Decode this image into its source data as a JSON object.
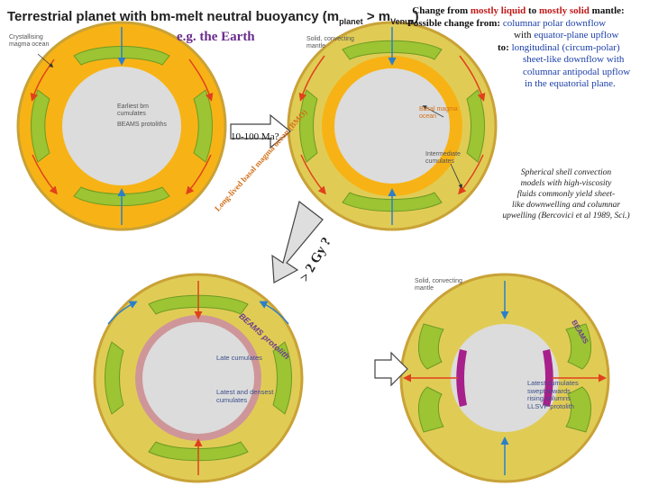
{
  "title": {
    "main": "Terrestrial planet with bm-melt neutral buoyancy (m",
    "sub1": "planet",
    "mid": " > m",
    "sub2": "Venus",
    "end": ")"
  },
  "example_earth": "e.g. the Earth",
  "change": {
    "line1_a": "Change from ",
    "line1_b": "mostly liquid",
    "line1_c": " to ",
    "line1_d": "mostly solid",
    "line1_e": " mantle:",
    "line2_a": "Possible change from: ",
    "line2_b": "columnar polar downflow",
    "line3_a": "with ",
    "line3_b": "equator-plane upflow",
    "line4_a": "to: ",
    "line4_b": "longitudinal (circum-polar)",
    "line5": "sheet-like downflow with",
    "line6": "columnar antipodal upflow",
    "line7": "in the equatorial plane."
  },
  "arrow_labels": {
    "time1": "10-100 Ma?",
    "bmo": "Long-lived basal magma ocean (BMO)",
    "time2": "> 2 Gy ?"
  },
  "spherical_note": [
    "Spherical shell convection",
    "models with high-viscosity",
    "fluids commonly yield sheet-",
    "like downwelling and columnar",
    "upwelling (Bercovici et al 1989, Sci.)"
  ],
  "panel1": {
    "crystallising": [
      "Crystallising",
      "magma ocean"
    ],
    "earliest": [
      "Earliest bm",
      "cumulates"
    ],
    "beams": "BEAMS protoliths"
  },
  "panel2": {
    "solid": [
      "Solid, convecting",
      "mantle"
    ],
    "basal": [
      "Basal magma",
      "ocean"
    ],
    "intermediate": [
      "Intermediate",
      "cumulates"
    ]
  },
  "panel3": {
    "beams": "BEAMS protolith",
    "late": "Late cumulates",
    "latest": [
      "Latest and densest",
      "cumulates"
    ]
  },
  "panel4": {
    "solid": [
      "Solid, convecting",
      "mantle"
    ],
    "beams": "BEAMS",
    "latest": [
      "Latest cumulates",
      "swept towards",
      "rising columns",
      "LLSVP protolith"
    ]
  },
  "colors": {
    "mantle": "#e0cc55",
    "magma": "#f7b315",
    "blob": "#9cc433",
    "core": "#dcdcdc",
    "downflow": "#2b7fc8",
    "upflow": "#e0401c",
    "purple": "#a8208a"
  }
}
